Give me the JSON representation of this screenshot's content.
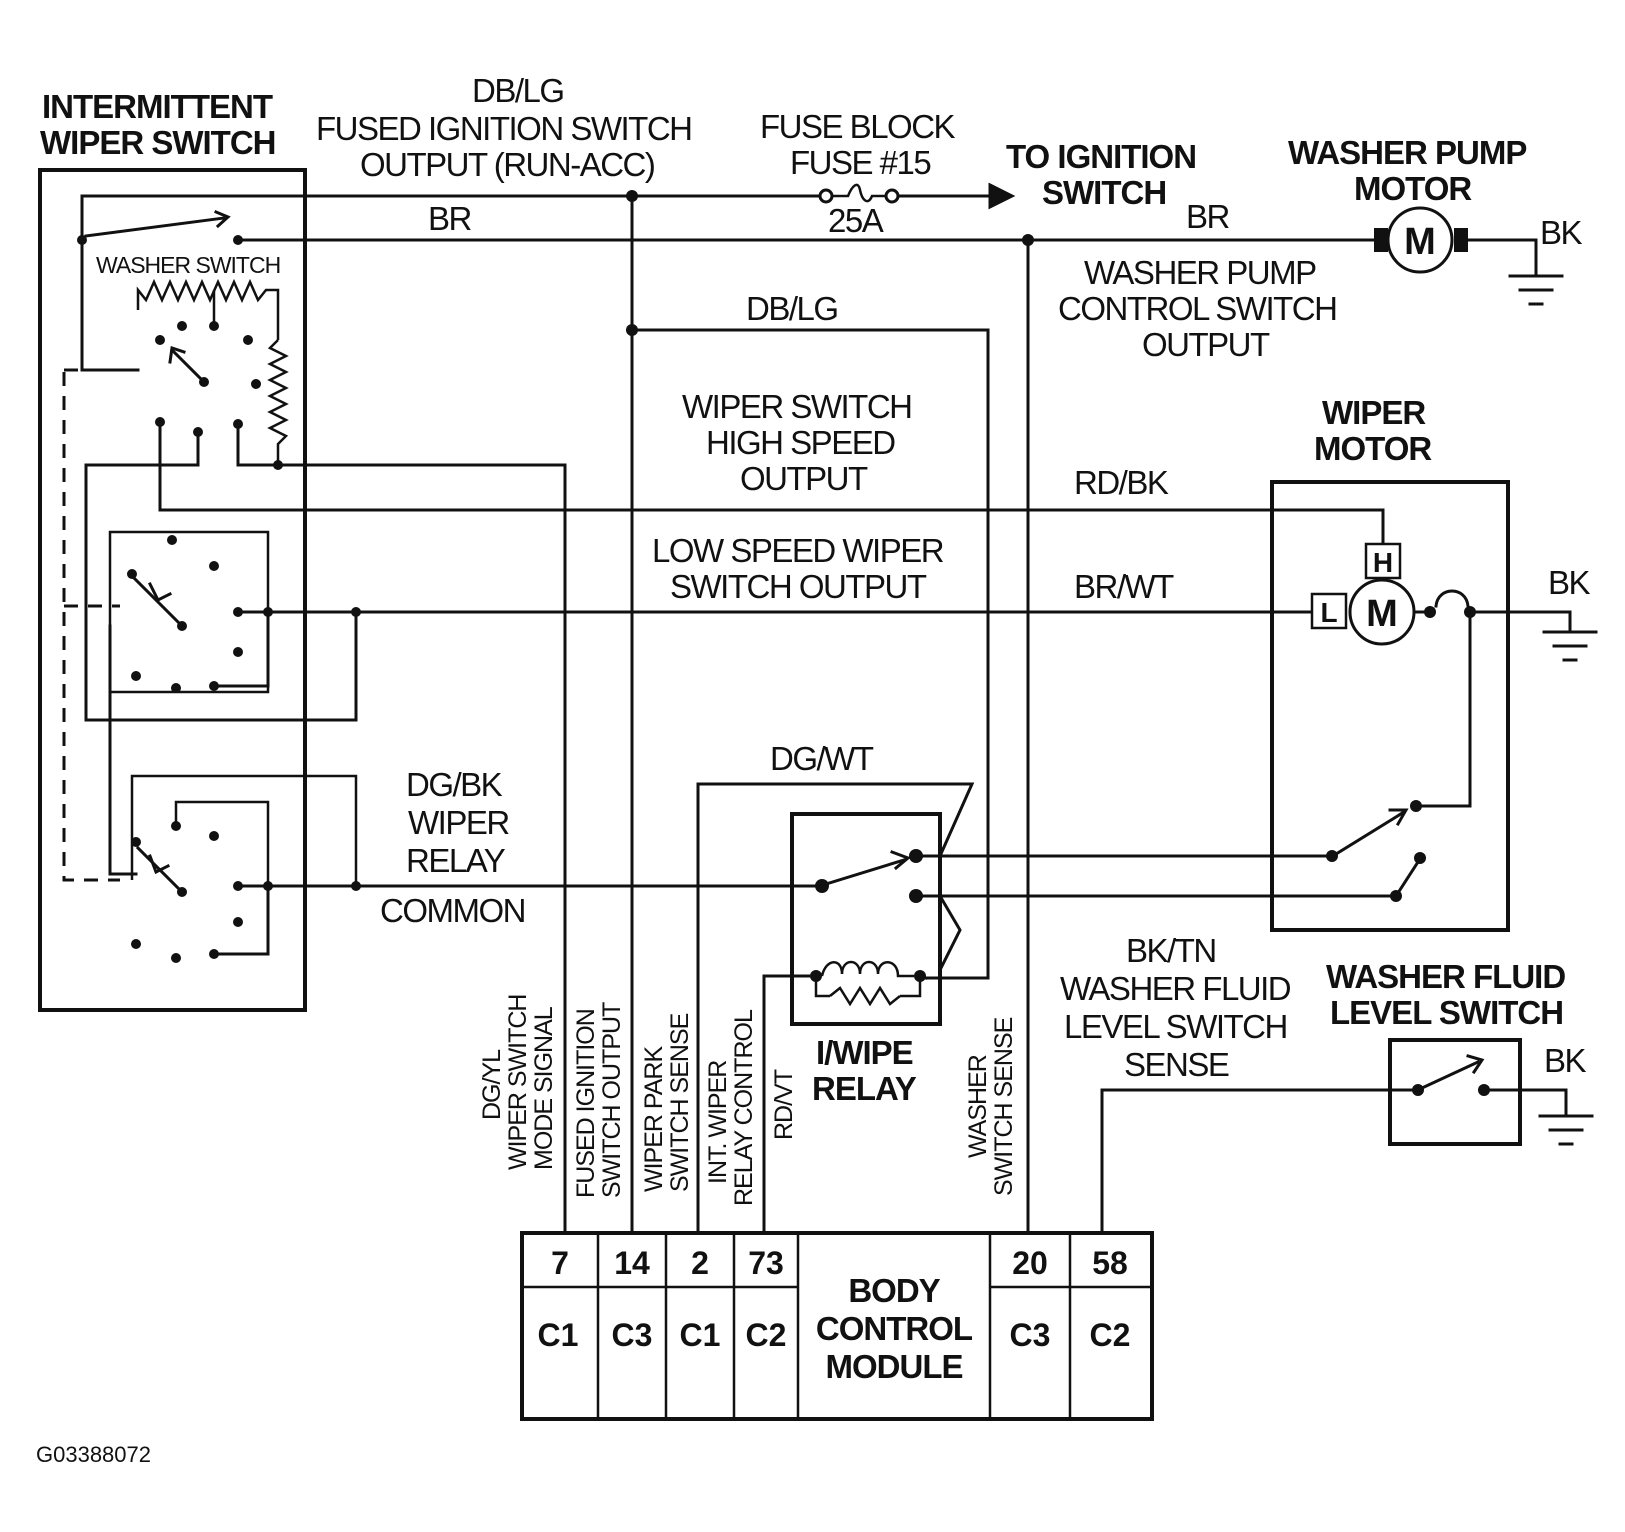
{
  "components": {
    "intermittent_wiper_switch": [
      "INTERMITTENT",
      "WIPER SWITCH"
    ],
    "washer_switch": "WASHER SWITCH",
    "washer_pump_motor": [
      "WASHER PUMP",
      "MOTOR"
    ],
    "to_ignition_switch": [
      "TO IGNITION",
      "SWITCH"
    ],
    "wiper_motor": [
      "WIPER",
      "MOTOR"
    ],
    "iwipe_relay": [
      "I/WIPE",
      "RELAY"
    ],
    "washer_fluid_level_switch": [
      "WASHER FLUID",
      "LEVEL SWITCH"
    ],
    "body_control_module": [
      "BODY",
      "CONTROL",
      "MODULE"
    ]
  },
  "fuse": {
    "block": "FUSE BLOCK",
    "name": "FUSE #15",
    "rating": "25A"
  },
  "motor_symbol": "M",
  "wiper_motor_terminals": {
    "high": "H",
    "low": "L"
  },
  "wire_labels": {
    "fused_ignition": [
      "DB/LG",
      "FUSED IGNITION SWITCH",
      "OUTPUT (RUN-ACC)"
    ],
    "br_left": "BR",
    "br_right": "BR",
    "pump_ground": "BK",
    "washer_pump_control": [
      "WASHER PUMP",
      "CONTROL SWITCH",
      "OUTPUT"
    ],
    "dblg_mid": "DB/LG",
    "high_speed": [
      "WIPER SWITCH",
      "HIGH SPEED",
      "OUTPUT"
    ],
    "rdbk": "RD/BK",
    "low_speed": [
      "LOW SPEED WIPER",
      "SWITCH OUTPUT"
    ],
    "brwt": "BR/WT",
    "wiper_motor_ground": "BK",
    "dgwt": "DG/WT",
    "relay_common": [
      "DG/BK",
      "WIPER",
      "RELAY",
      "COMMON"
    ],
    "fluid_level_sense": [
      "BK/TN",
      "WASHER FLUID",
      "LEVEL SWITCH",
      "SENSE"
    ],
    "fluid_switch_ground": "BK"
  },
  "vertical_labels": [
    [
      "DG/YL",
      "WIPER SWITCH",
      "MODE SIGNAL"
    ],
    [
      "FUSED IGNITION",
      "SWITCH OUTPUT"
    ],
    [
      "WIPER PARK",
      "SWITCH SENSE"
    ],
    [
      "INT. WIPER",
      "RELAY CONTROL"
    ],
    [
      "RD/VT"
    ],
    [
      "WASHER",
      "SWITCH SENSE"
    ]
  ],
  "bcm_pins": [
    {
      "pin": "7",
      "connector": "C1"
    },
    {
      "pin": "14",
      "connector": "C3"
    },
    {
      "pin": "2",
      "connector": "C1"
    },
    {
      "pin": "73",
      "connector": "C2"
    },
    {
      "pin": "20",
      "connector": "C3"
    },
    {
      "pin": "58",
      "connector": "C2"
    }
  ],
  "reference": "G03388072"
}
